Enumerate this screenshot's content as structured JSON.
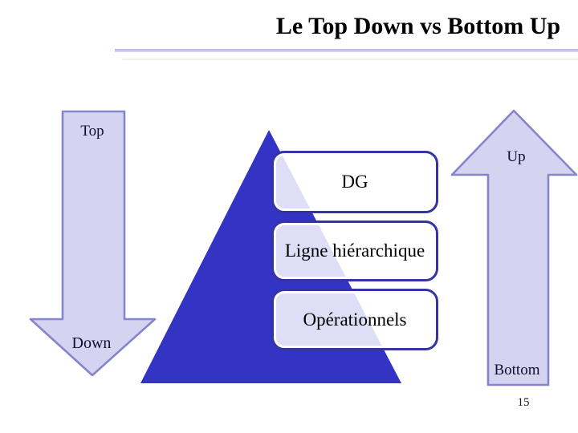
{
  "slide": {
    "title": "Le Top Down vs Bottom Up",
    "page_number": "15"
  },
  "arrows": {
    "left_down_arrow": {
      "direction": "down",
      "start_label": "Top",
      "end_label": "Down"
    },
    "right_up_arrow": {
      "direction": "up",
      "start_label": "Up",
      "end_label": "Bottom"
    }
  },
  "pyramid": {
    "levels": [
      {
        "label": "DG"
      },
      {
        "label": "Ligne hiérarchique"
      },
      {
        "label": "Opérationnels"
      }
    ]
  },
  "colors": {
    "triangle_fill": "#3434c4",
    "arrow_fill": "#d4d4f0",
    "arrow_border": "#8585cb",
    "box_border": "#3434a6",
    "box_inner_ring": "#ffffff",
    "title_rule": "#b4b4e6",
    "text": "#000000"
  }
}
